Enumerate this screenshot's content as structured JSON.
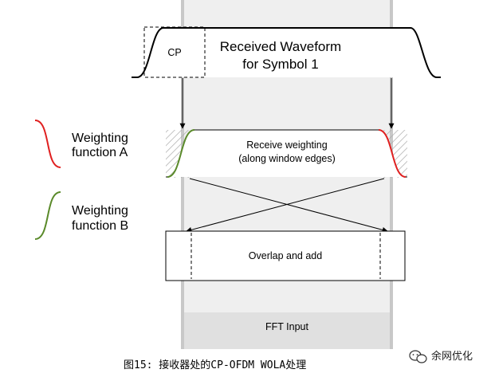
{
  "waveform": {
    "cp_label": "CP",
    "title_line1": "Received Waveform",
    "title_line2": "for Symbol 1"
  },
  "legend": {
    "a_line1": "Weighting",
    "a_line2": "function A",
    "b_line1": "Weighting",
    "b_line2": "function B",
    "a_color": "#e02020",
    "b_color": "#5a8a2a"
  },
  "receive_box": {
    "line1": "Receive weighting",
    "line2": "(along window edges)"
  },
  "overlap_box": {
    "label": "Overlap and add"
  },
  "fft": {
    "label": "FFT Input"
  },
  "caption": "图15: 接收器处的CP-OFDM WOLA处理",
  "watermark": {
    "text": "余网优化"
  }
}
